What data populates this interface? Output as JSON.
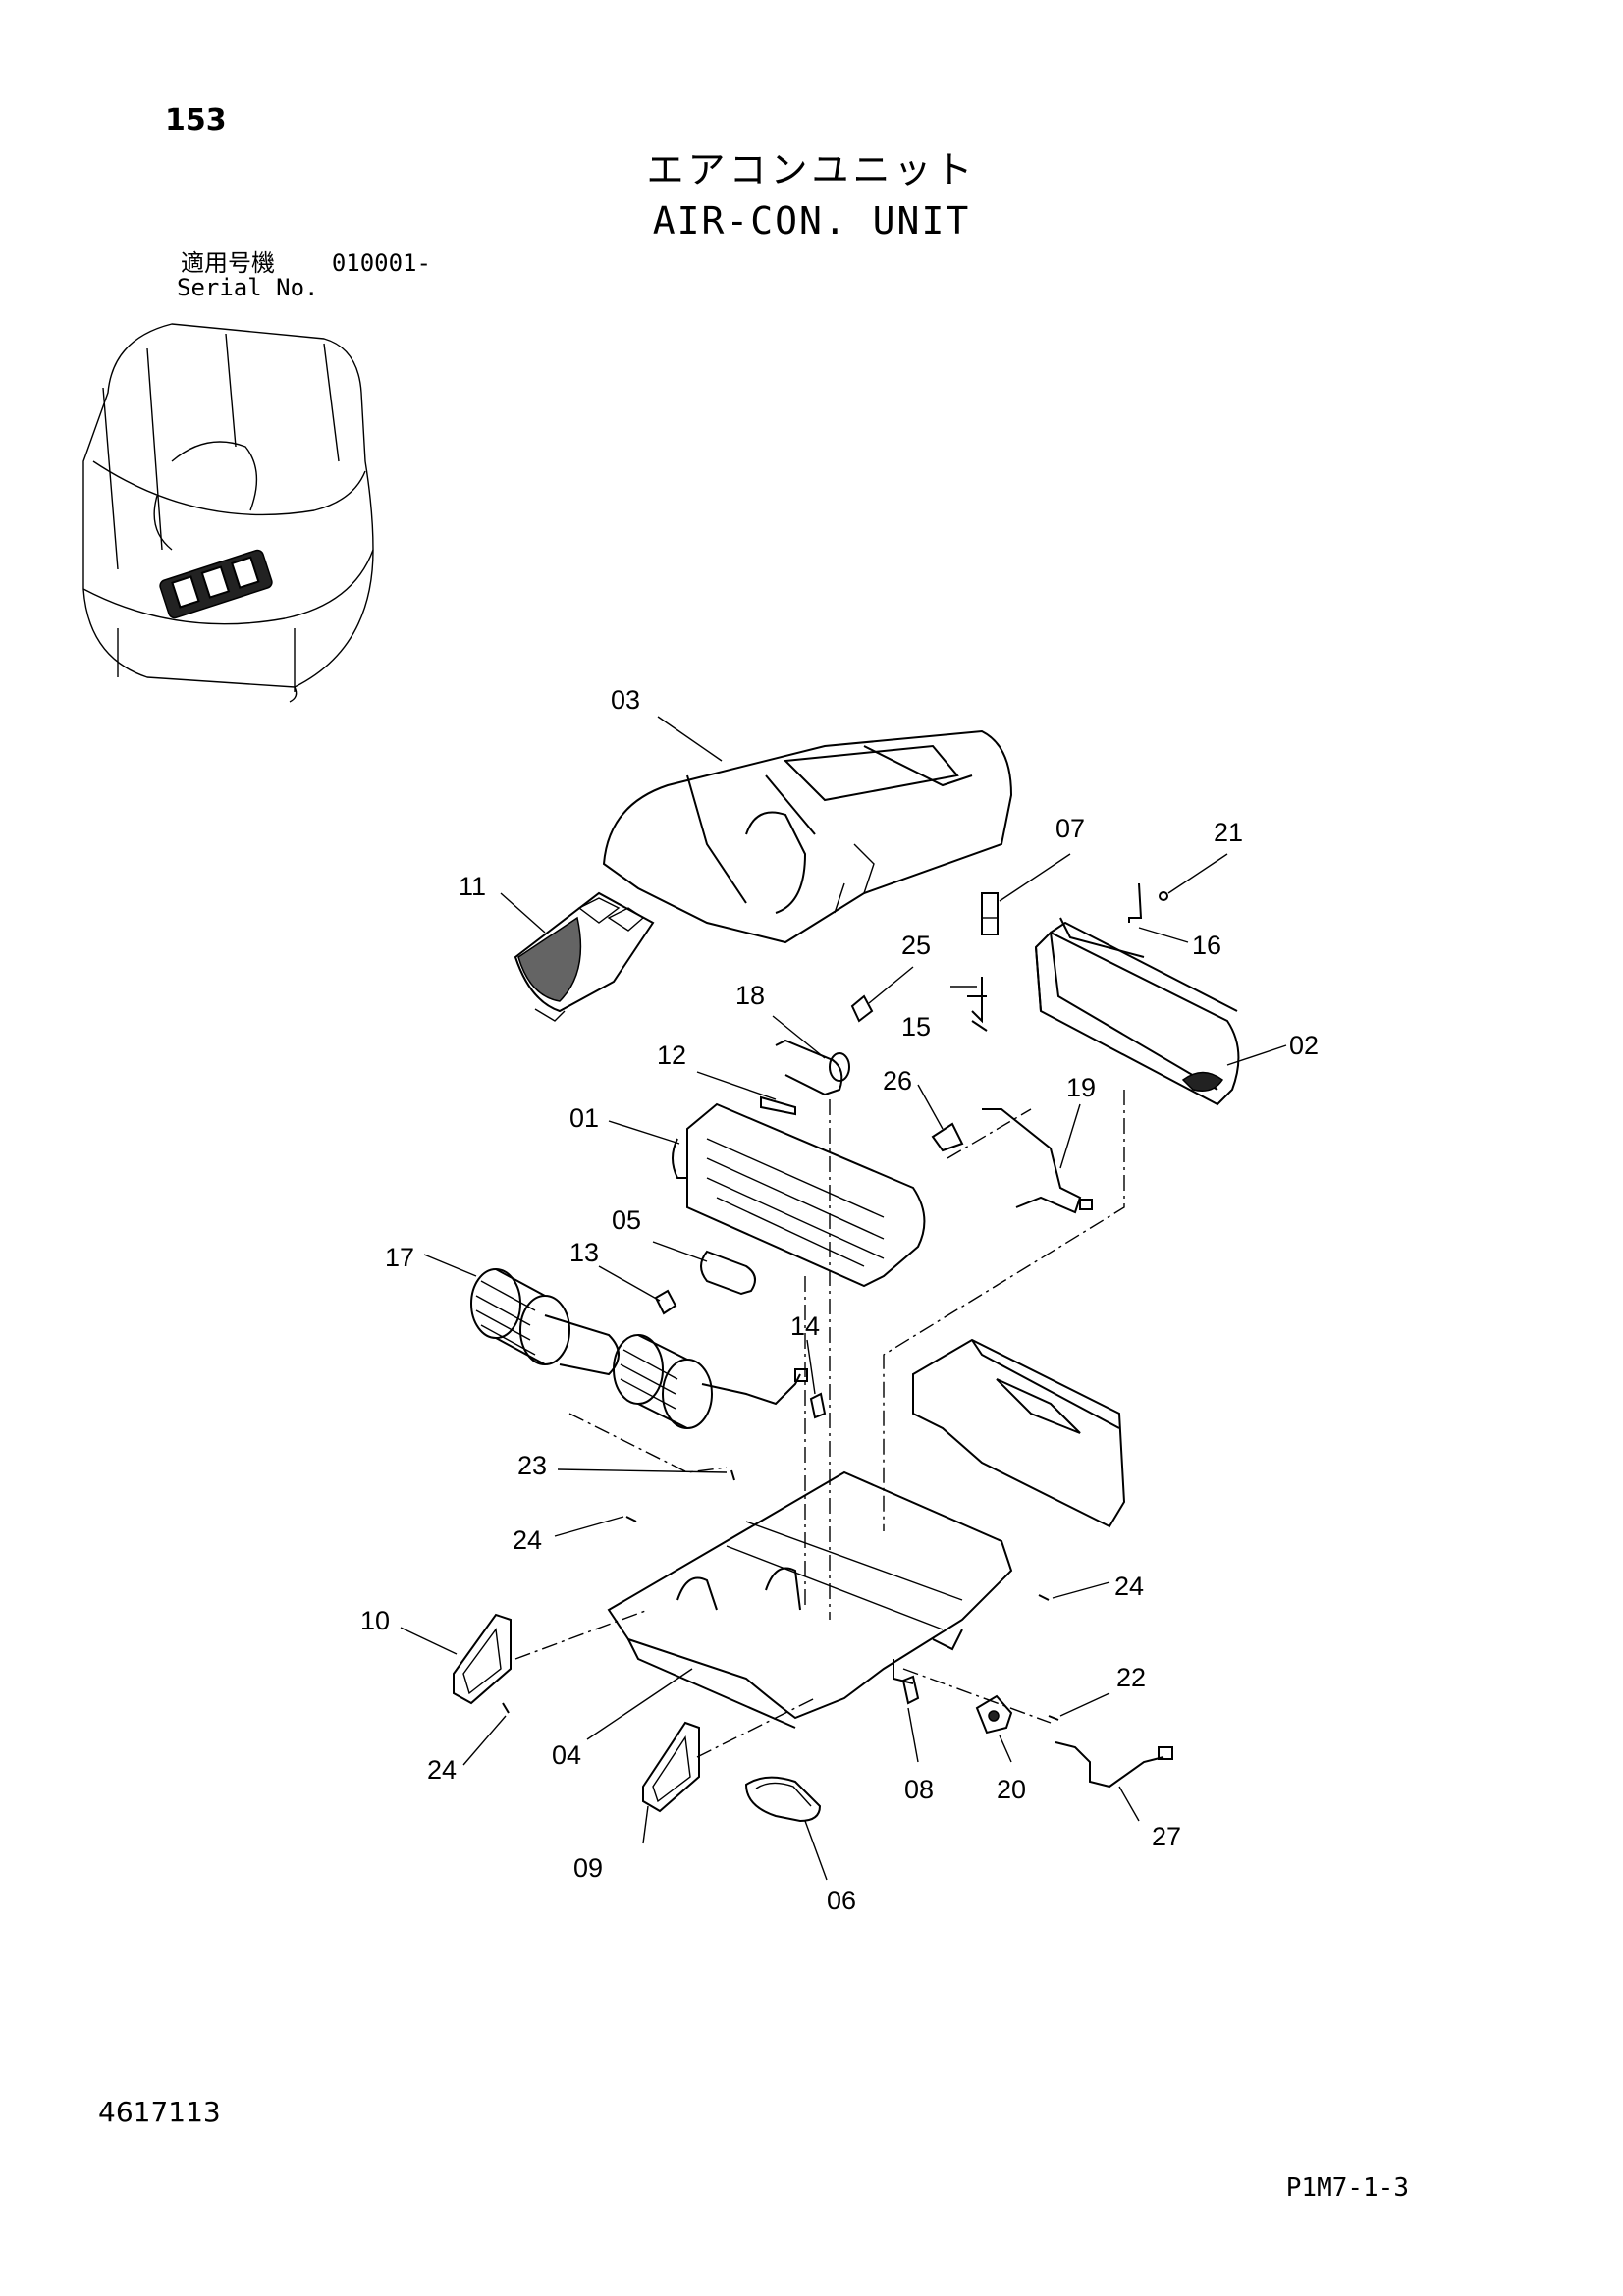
{
  "header": {
    "page_number": "153",
    "title_ja": "エアコンユニット",
    "title_en": "AIR-CON. UNIT",
    "serial_label_ja": "適用号機",
    "serial_value": "010001-",
    "serial_label_en": "Serial No."
  },
  "callouts": [
    {
      "id": "01",
      "label": "01"
    },
    {
      "id": "02",
      "label": "02"
    },
    {
      "id": "03",
      "label": "03"
    },
    {
      "id": "04",
      "label": "04"
    },
    {
      "id": "05",
      "label": "05"
    },
    {
      "id": "06",
      "label": "06"
    },
    {
      "id": "07",
      "label": "07"
    },
    {
      "id": "08",
      "label": "08"
    },
    {
      "id": "09",
      "label": "09"
    },
    {
      "id": "10",
      "label": "10"
    },
    {
      "id": "11",
      "label": "11"
    },
    {
      "id": "12",
      "label": "12"
    },
    {
      "id": "13",
      "label": "13"
    },
    {
      "id": "14",
      "label": "14"
    },
    {
      "id": "15",
      "label": "15"
    },
    {
      "id": "16",
      "label": "16"
    },
    {
      "id": "17",
      "label": "17"
    },
    {
      "id": "18",
      "label": "18"
    },
    {
      "id": "19",
      "label": "19"
    },
    {
      "id": "20",
      "label": "20"
    },
    {
      "id": "21",
      "label": "21"
    },
    {
      "id": "22",
      "label": "22"
    },
    {
      "id": "23",
      "label": "23"
    },
    {
      "id": "24",
      "label": "24"
    },
    {
      "id": "25",
      "label": "25"
    },
    {
      "id": "26",
      "label": "26"
    },
    {
      "id": "27",
      "label": "27"
    }
  ],
  "footer": {
    "document_number": "4617113",
    "page_reference": "P1M7-1-3"
  }
}
